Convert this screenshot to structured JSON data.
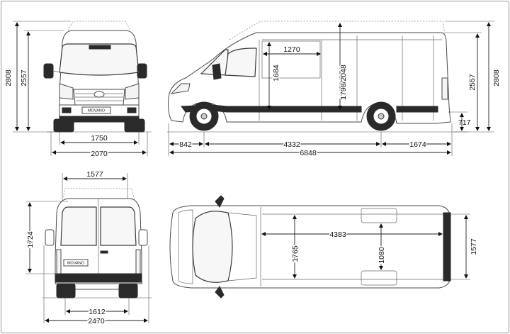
{
  "dimensions": {
    "front_height_overall": "2808",
    "front_height_body": "2557",
    "front_track": "1750",
    "front_width": "2070",
    "side_front_overhang": "842",
    "side_wheelbase": "4332",
    "side_rear_overhang": "1674",
    "side_length": "6848",
    "side_height_body": "2557",
    "side_height_overall": "2808",
    "side_load_height": "717",
    "side_door_width": "1270",
    "side_door_height": "1684",
    "side_interior_height": "1798/2048",
    "rear_door_width": "1577",
    "rear_door_height": "1724",
    "rear_track": "1612",
    "rear_width_mirrors": "2470",
    "top_load_length": "4383",
    "top_load_width": "1765",
    "top_width_between_arches": "1080",
    "top_rear_width": "1577"
  },
  "badges": {
    "front_badge": "MOVANO",
    "rear_badge": "MOVANO"
  }
}
